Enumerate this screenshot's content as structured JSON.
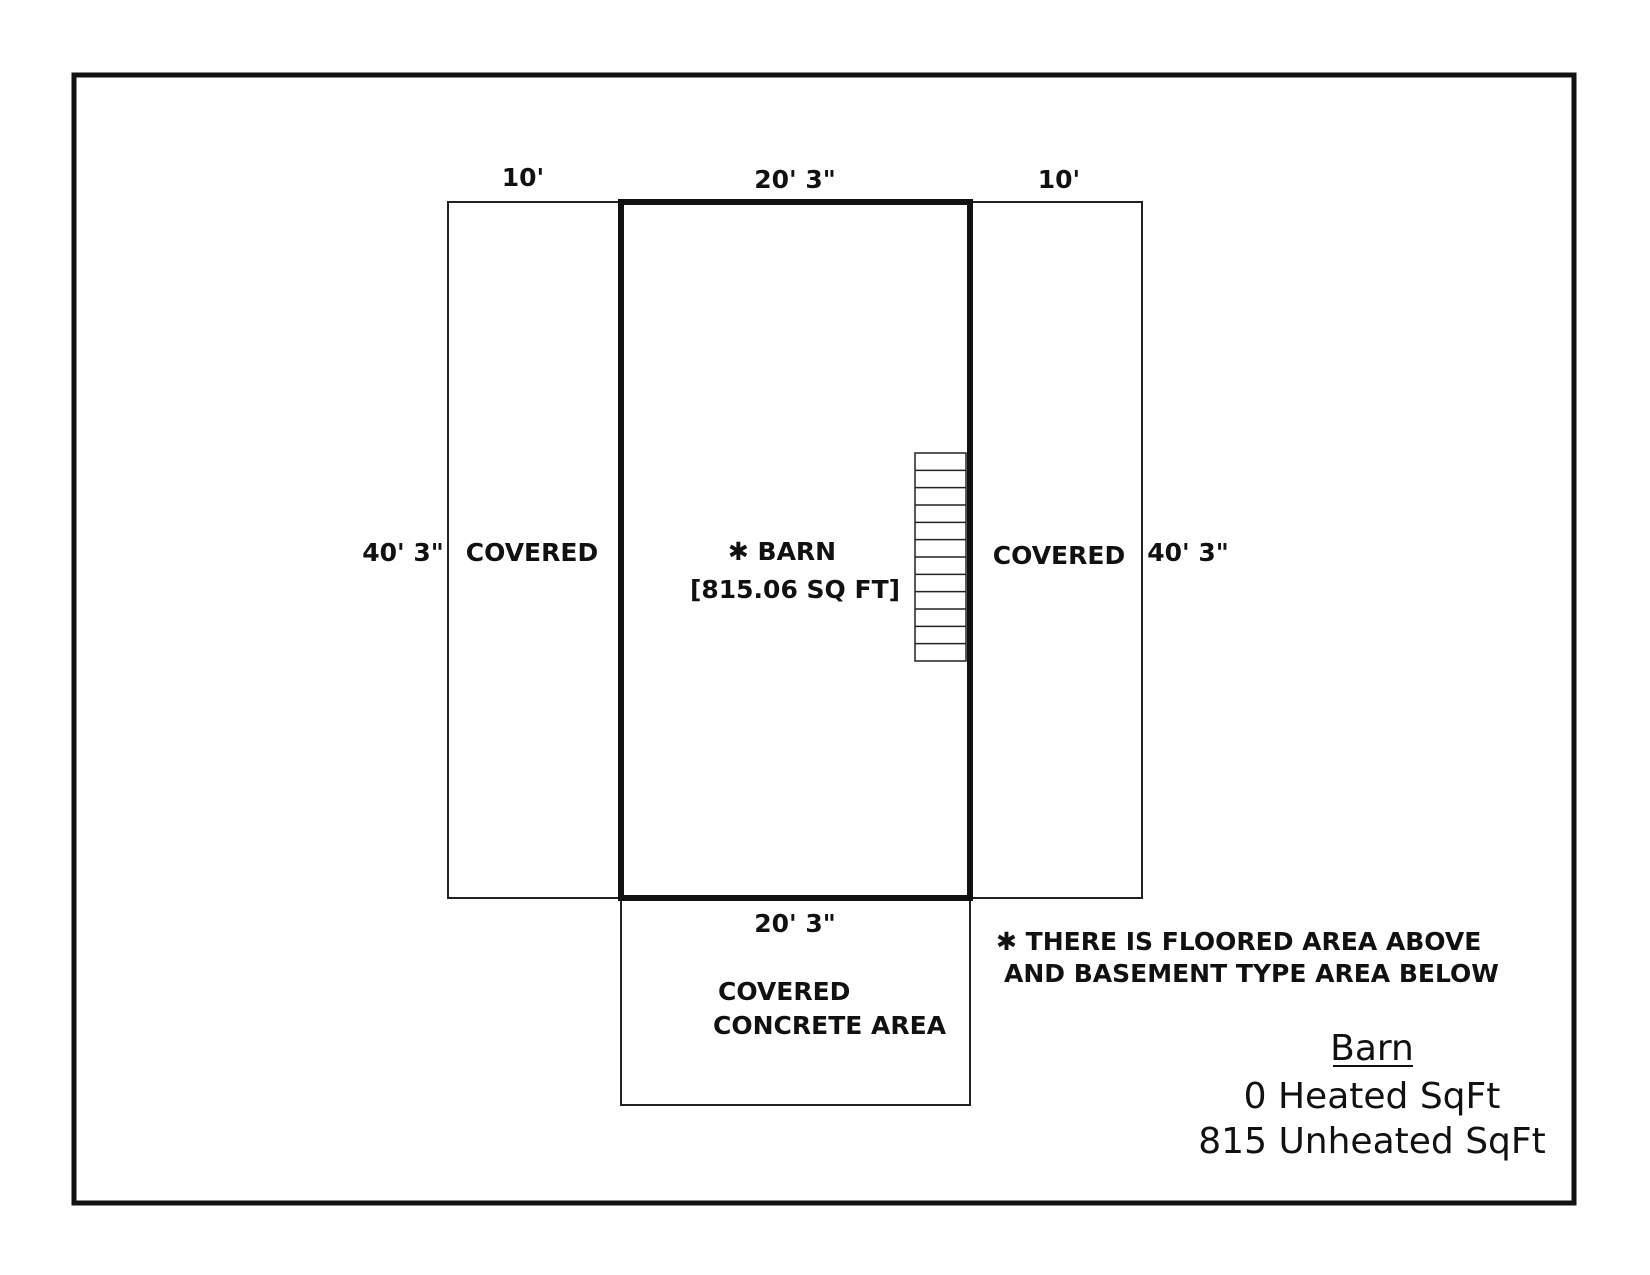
{
  "dimensions": {
    "top_left": "10'",
    "top_center": "20' 3\"",
    "top_right": "10'",
    "left_side": "40' 3\"",
    "right_side": "40' 3\"",
    "bottom_center": "20' 3\""
  },
  "areas": {
    "left_covered": "COVERED",
    "right_covered": "COVERED",
    "barn_name": "✱ BARN",
    "barn_area": "[815.06 SQ FT]",
    "concrete_line1": "COVERED",
    "concrete_line2": "CONCRETE AREA"
  },
  "note": {
    "line1": "✱ THERE IS FLOORED AREA ABOVE",
    "line2": "AND BASEMENT TYPE AREA BELOW"
  },
  "summary": {
    "title": "Barn",
    "heated": "0 Heated SqFt",
    "unheated": "815 Unheated SqFt"
  }
}
